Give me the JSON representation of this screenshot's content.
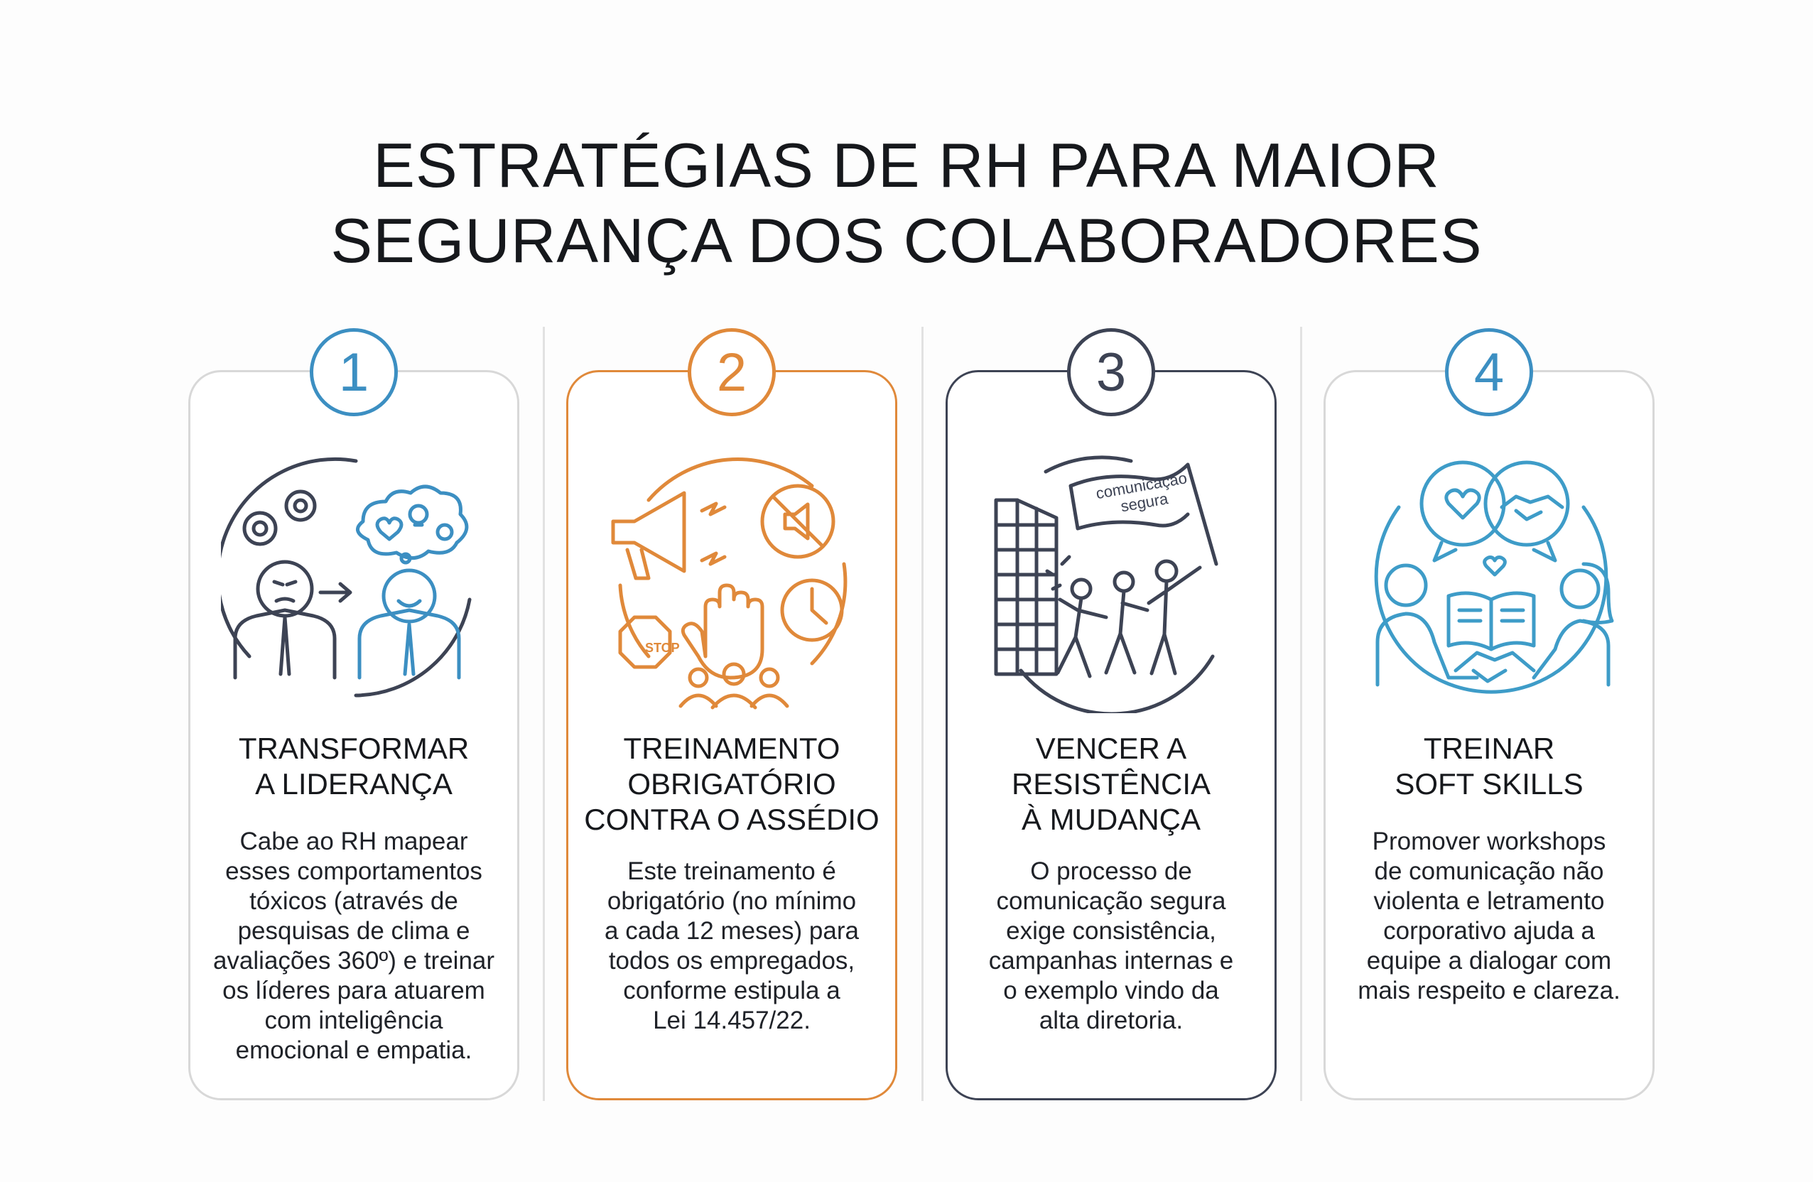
{
  "title": {
    "line1": "ESTRATÉGIAS DE RH PARA MAIOR",
    "line2": "SEGURANÇA DOS COLABORADORES"
  },
  "colors": {
    "blue": "#3c8fc2",
    "orange": "#e0893a",
    "slate": "#3d4354",
    "teal": "#3e9cc8"
  },
  "cards": [
    {
      "number": "1",
      "heading": [
        "TRANSFORMAR",
        "A LIDERANÇA"
      ],
      "body": [
        "Cabe ao RH mapear",
        "esses comportamentos",
        "tóxicos (através de",
        "pesquisas de clima e",
        "avaliações 360º) e treinar",
        "os líderes para atuarem",
        "com inteligência",
        "emocional e empatia."
      ],
      "icon": "leadership-transformation-icon"
    },
    {
      "number": "2",
      "heading": [
        "TREINAMENTO",
        "OBRIGATÓRIO",
        "CONTRA O ASSÉDIO"
      ],
      "body": [
        "Este treinamento é",
        "obrigatório (no mínimo",
        "a cada 12 meses) para",
        "todos os empregados,",
        "conforme estipula a",
        "Lei 14.457/22."
      ],
      "icon": "harassment-training-icon",
      "stop_sign": "STOP"
    },
    {
      "number": "3",
      "heading": [
        "VENCER A",
        "RESISTÊNCIA",
        "À MUDANÇA"
      ],
      "body": [
        "O processo de",
        "comunicação segura",
        "exige consistência,",
        "campanhas internas e",
        "o exemplo vindo da",
        "alta diretoria."
      ],
      "icon": "overcome-resistance-icon",
      "flag_text": [
        "comunicação",
        "segura"
      ]
    },
    {
      "number": "4",
      "heading": [
        "TREINAR",
        "SOFT SKILLS"
      ],
      "body": [
        "Promover workshops",
        "de comunicação não",
        "violenta e letramento",
        "corporativo ajuda a",
        "equipe a dialogar com",
        "mais respeito e clareza."
      ],
      "icon": "soft-skills-icon"
    }
  ]
}
